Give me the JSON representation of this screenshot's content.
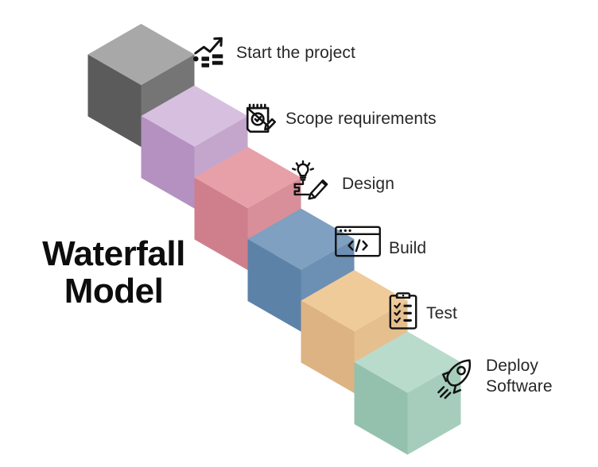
{
  "diagram": {
    "title": "Waterfall\nModel",
    "title_color": "#0d0d0d",
    "background_color": "#ffffff",
    "type": "isometric-cube-staircase",
    "steps": [
      {
        "index": 1,
        "label": "Start the project",
        "icon": "growth-chart-icon",
        "cube_color_top": "#a8a8a8",
        "cube_color_left": "#5b5b5b",
        "cube_color_right": "#757575"
      },
      {
        "index": 2,
        "label": "Scope requirements",
        "icon": "notepad-check-pencil-icon",
        "cube_color_top": "#d7bfdf",
        "cube_color_left": "#b491c0",
        "cube_color_right": "#c4a6cd"
      },
      {
        "index": 3,
        "label": "Design",
        "icon": "lightbulb-pencil-icon",
        "cube_color_top": "#e8a0a8",
        "cube_color_left": "#cf7f8c",
        "cube_color_right": "#d98f99"
      },
      {
        "index": 4,
        "label": "Build",
        "icon": "code-window-icon",
        "cube_color_top": "#7fa0c0",
        "cube_color_left": "#5d82a8",
        "cube_color_right": "#6c8fb4"
      },
      {
        "index": 5,
        "label": "Test",
        "icon": "clipboard-checklist-icon",
        "cube_color_top": "#f0cb9a",
        "cube_color_left": "#ddb383",
        "cube_color_right": "#e6bf8f"
      },
      {
        "index": 6,
        "label": "Deploy\nSoftware",
        "icon": "rocket-icon",
        "cube_color_top": "#b9dbcb",
        "cube_color_left": "#93c1ad",
        "cube_color_right": "#a6cdbb"
      }
    ]
  },
  "chart_data": {
    "type": "diagram",
    "title": "Waterfall Model",
    "categories": [
      "Start the project",
      "Scope requirements",
      "Design",
      "Build",
      "Test",
      "Deploy Software"
    ],
    "values": [
      1,
      2,
      3,
      4,
      5,
      6
    ],
    "xlabel": "",
    "ylabel": "",
    "legend": []
  }
}
